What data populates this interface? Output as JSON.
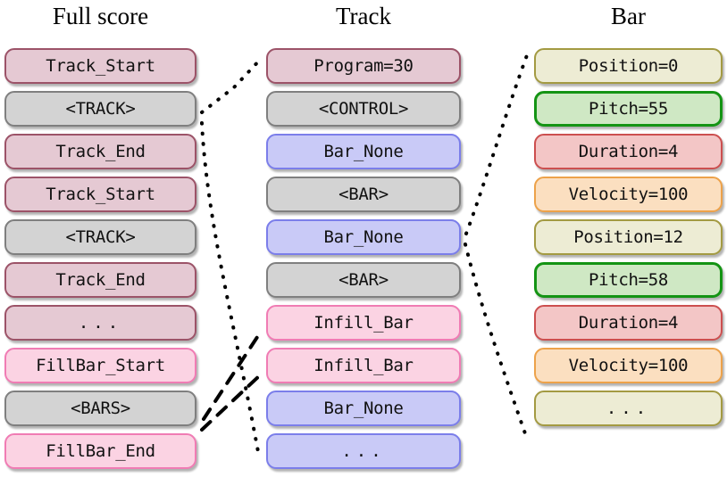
{
  "columns": [
    {
      "name": "full-score",
      "title": "Full score",
      "tokens": [
        {
          "label": "Track_Start",
          "style": "mauve"
        },
        {
          "label": "<TRACK>",
          "style": "gray"
        },
        {
          "label": "Track_End",
          "style": "mauve"
        },
        {
          "label": "Track_Start",
          "style": "mauve"
        },
        {
          "label": "<TRACK>",
          "style": "gray"
        },
        {
          "label": "Track_End",
          "style": "mauve"
        },
        {
          "label": "...",
          "style": "mauve"
        },
        {
          "label": "FillBar_Start",
          "style": "pink"
        },
        {
          "label": "<BARS>",
          "style": "gray"
        },
        {
          "label": "FillBar_End",
          "style": "pink"
        }
      ]
    },
    {
      "name": "track",
      "title": "Track",
      "tokens": [
        {
          "label": "Program=30",
          "style": "mauve"
        },
        {
          "label": "<CONTROL>",
          "style": "gray"
        },
        {
          "label": "Bar_None",
          "style": "blue"
        },
        {
          "label": "<BAR>",
          "style": "gray"
        },
        {
          "label": "Bar_None",
          "style": "blue"
        },
        {
          "label": "<BAR>",
          "style": "gray"
        },
        {
          "label": "Infill_Bar",
          "style": "pink"
        },
        {
          "label": "Infill_Bar",
          "style": "pink"
        },
        {
          "label": "Bar_None",
          "style": "blue"
        },
        {
          "label": "...",
          "style": "blue"
        }
      ]
    },
    {
      "name": "bar",
      "title": "Bar",
      "tokens": [
        {
          "label": "Position=0",
          "style": "khaki"
        },
        {
          "label": "Pitch=55",
          "style": "green"
        },
        {
          "label": "Duration=4",
          "style": "red"
        },
        {
          "label": "Velocity=100",
          "style": "orange"
        },
        {
          "label": "Position=12",
          "style": "khaki"
        },
        {
          "label": "Pitch=58",
          "style": "green"
        },
        {
          "label": "Duration=4",
          "style": "red"
        },
        {
          "label": "Velocity=100",
          "style": "orange"
        },
        {
          "label": "...",
          "style": "khaki"
        }
      ]
    }
  ],
  "palette": {
    "gray_fill": "#d3d3d3",
    "gray_border": "#7f7f7f",
    "mauve_fill": "#e5c9d3",
    "mauve_border": "#9c5368",
    "pink_fill": "#fbd3e3",
    "pink_border": "#f07cb4",
    "blue_fill": "#c9caf7",
    "blue_border": "#7b7eea",
    "khaki_fill": "#edecd4",
    "khaki_border": "#a39a42",
    "green_fill": "#cfe8c4",
    "green_border": "#149414",
    "red_fill": "#f3c6c6",
    "red_border": "#cc4f4f",
    "orange_fill": "#fbdfc0",
    "orange_border": "#eda24a",
    "connector": "#000000",
    "background": "#ffffff"
  },
  "connectors": [
    {
      "name": "track-expand-top",
      "style": "dotted",
      "from": "full-score.<TRACK>",
      "to": "track.Program=30"
    },
    {
      "name": "track-expand-bottom",
      "style": "dotted",
      "from": "full-score.<TRACK>",
      "to": "track....."
    },
    {
      "name": "bars-expand-top",
      "style": "dashed",
      "from": "full-score.<BARS>",
      "to": "track.Infill_Bar-1"
    },
    {
      "name": "bars-expand-bottom",
      "style": "dashed",
      "from": "full-score.<BARS>",
      "to": "track.Infill_Bar-2"
    },
    {
      "name": "bar-expand-top",
      "style": "dotted",
      "from": "track.<BAR>",
      "to": "bar.Position=0"
    },
    {
      "name": "bar-expand-bottom",
      "style": "dotted",
      "from": "track.<BAR>",
      "to": "bar....."
    }
  ]
}
